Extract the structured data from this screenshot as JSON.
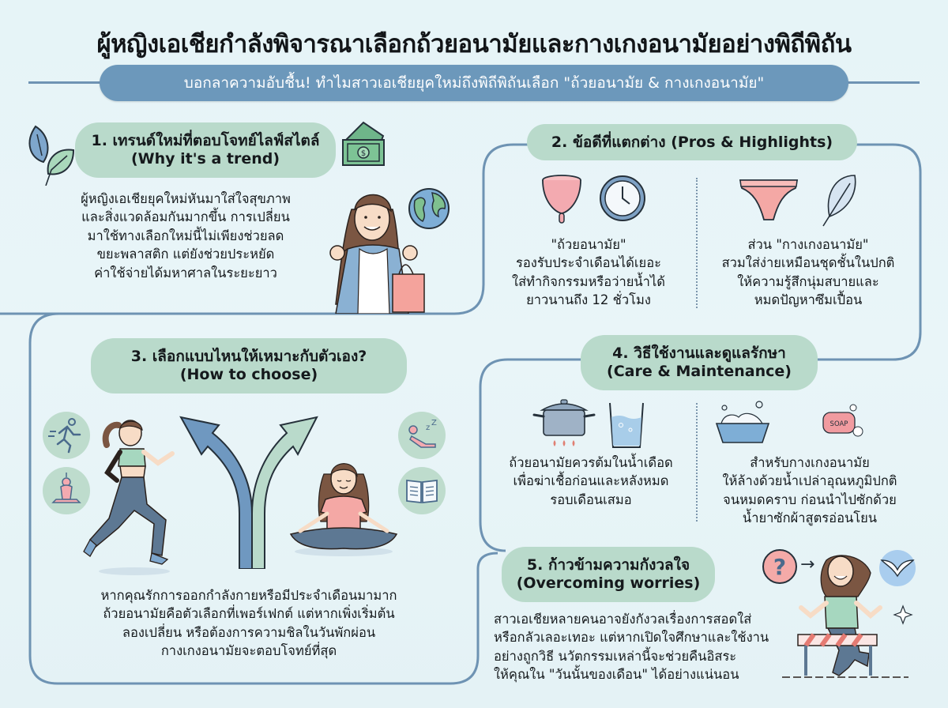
{
  "title": "ผู้หญิงเอเชียกำลังพิจารณาเลือกถ้วยอนามัยและกางเกงอนามัยอย่างพิถีพิถัน",
  "subtitle": "บอกลาความอับชื้น! ทำไมสาวเอเชียยุคใหม่ถึงพิถีพิถันเลือก \"ถ้วยอนามัย & กางเกงอนามัย\"",
  "colors": {
    "background": "#e6f4f7",
    "accent_blue": "#6c98bb",
    "frame_line": "#6e93b3",
    "pill_green": "#b9dacb",
    "pink": "#f2a9a6",
    "text": "#15191c"
  },
  "sections": {
    "trend": {
      "heading_th": "1. เทรนด์ใหม่ที่ตอบโจทย์ไลฟ์สไตล์",
      "heading_en": "(Why it's a trend)",
      "body": "ผู้หญิงเอเชียยุคใหม่หันมาใส่ใจสุขภาพ\nและสิ่งแวดล้อมกันมากขึ้น การเปลี่ยน\nมาใช้ทางเลือกใหม่นี้ไม่เพียงช่วยลด\nขยะพลาสติก แต่ยังช่วยประหยัด\nค่าใช้จ่ายได้มหาศาลในระยะยาว",
      "icons": [
        "leaf-icon",
        "money-icon",
        "globe-icon",
        "woman-shopping-illustration"
      ]
    },
    "pros": {
      "heading": "2. ข้อดีที่แตกต่าง (Pros & Highlights)",
      "cup_text": "\"ถ้วยอนามัย\"\nรองรับประจำเดือนได้เยอะ\nใส่ทำกิจกรรมหรือว่ายน้ำได้\nยาวนานถึง 12 ชั่วโมง",
      "pants_text": "ส่วน \"กางเกงอนามัย\"\nสวมใส่ง่ายเหมือนชุดชั้นในปกติ\nให้ความรู้สึกนุ่มสบายและ\nหมดปัญหาซึมเปื้อน",
      "icons": [
        "menstrual-cup-icon",
        "clock-icon",
        "period-underwear-icon",
        "feather-icon"
      ]
    },
    "choose": {
      "heading_th": "3. เลือกแบบไหนให้เหมาะกับตัวเอง?",
      "heading_en": "(How to choose)",
      "body": "หากคุณรักการออกกำลังกายหรือมีประจำเดือนมามาก\nถ้วยอนามัยคือตัวเลือกที่เพอร์เฟกต์ แต่หากเพิ่งเริ่มต้น\nลองเปลี่ยน หรือต้องการความชิลในวันพักผ่อน\nกางเกงอนามัยจะตอบโจทย์ที่สุด",
      "icons": [
        "running-icon",
        "yoga-icon",
        "sleeping-icon",
        "book-icon",
        "fork-arrow-icon"
      ]
    },
    "care": {
      "heading_th": "4. วิธีใช้งานและดูแลรักษา",
      "heading_en": "(Care & Maintenance)",
      "cup_text": "ถ้วยอนามัยควรต้มในน้ำเดือด\nเพื่อฆ่าเชื้อก่อนและหลังหมด\nรอบเดือนเสมอ",
      "pants_text": "สำหรับกางเกงอนามัย\nให้ล้างด้วยน้ำเปล่าอุณหภูมิปกติ\nจนหมดคราบ ก่อนนำไปซักด้วย\nน้ำยาซักผ้าสูตรอ่อนโยน",
      "soap_label": "SOAP",
      "icons": [
        "boiling-pot-icon",
        "water-glass-icon",
        "wash-basin-icon",
        "soap-icon"
      ]
    },
    "worries": {
      "heading_th": "5. ก้าวข้ามความกังวลใจ",
      "heading_en": "(Overcoming worries)",
      "body": "สาวเอเชียหลายคนอาจยังกังวลเรื่องการสอดใส่\nหรือกลัวเลอะเทอะ แต่หากเปิดใจศึกษาและใช้งาน\nอย่างถูกวิธี นวัตกรรมเหล่านี้จะช่วยคืนอิสระ\nให้คุณใน \"วันนั้นของเดือน\" ได้อย่างแน่นอน",
      "question_mark": "?",
      "arrow": "→",
      "icons": [
        "question-icon",
        "wings-icon",
        "hurdle-jump-illustration",
        "sparkle-icon"
      ]
    }
  }
}
